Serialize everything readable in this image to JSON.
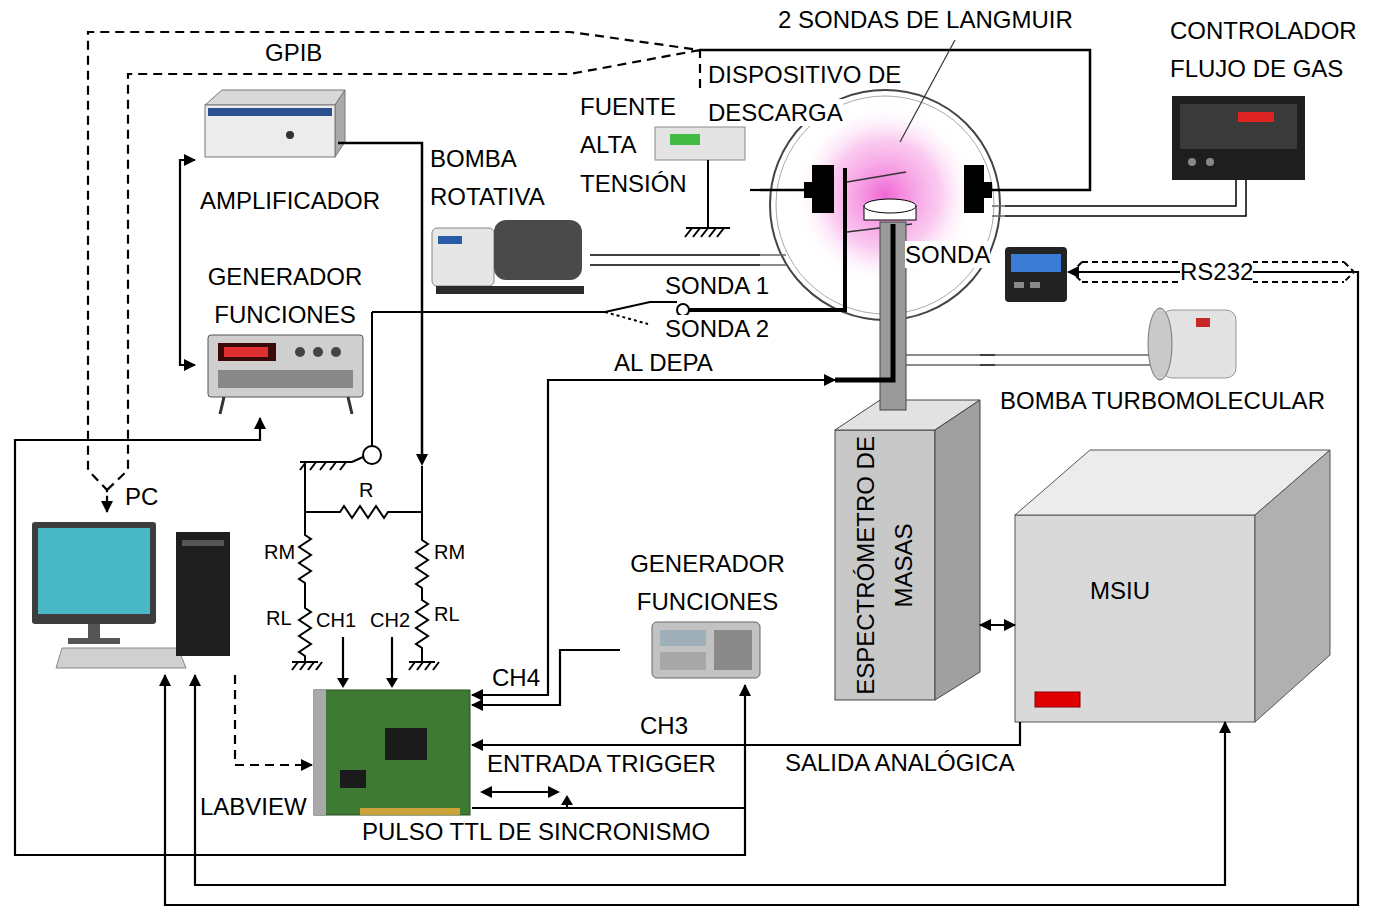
{
  "diagram": {
    "nodes": [
      {
        "text": [
          "DISPOSITIVO DE DESCARGA"
        ]
      },
      {
        "text": [
          "CONTROLADOR FLUJO DE GAS"
        ]
      },
      {
        "text": [
          "FUENTE ALTA TENSIÓN"
        ]
      },
      {
        "text": [
          "AMPLIFICADOR"
        ]
      },
      {
        "text": [
          "BOMBA ROTATIVA"
        ]
      },
      {
        "text": [
          "SONDA"
        ]
      },
      {
        "text": [
          "GENERADOR FUNCIONES"
        ]
      },
      {
        "text": [
          "BOMBA TURBOMOLECULAR"
        ]
      },
      {
        "text": [
          "PC"
        ]
      },
      {
        "text": [
          "GENERADOR FUNCIONES"
        ]
      },
      {
        "text": [
          "ESPECTRÓMETRO DE MASAS"
        ]
      },
      {
        "text": [
          "MSIU"
        ]
      },
      {
        "text": [
          "LABVIEW"
        ]
      }
    ],
    "edges": [
      {
        "from": 2,
        "to": 8,
        "label": "GPIB",
        "arrow": "to"
      },
      {
        "from": 3,
        "to": 6,
        "arrow": "both"
      },
      {
        "from": 2,
        "to": 0,
        "arrow": "none"
      },
      {
        "from": 4,
        "to": 0,
        "arrow": "none"
      },
      {
        "from": 1,
        "to": 0,
        "arrow": "none"
      },
      {
        "from": 5,
        "to": 8,
        "label": "RS232",
        "arrow": "both"
      },
      {
        "from": 7,
        "to": 10,
        "arrow": "none"
      },
      {
        "from": 10,
        "to": 11,
        "arrow": "both"
      },
      {
        "from": 11,
        "to": 12,
        "label": "SALIDA ANALÓGICA",
        "arrow": "to"
      },
      {
        "from": 11,
        "to": 8,
        "arrow": "both"
      },
      {
        "from": 9,
        "to": 12,
        "arrow": "to"
      },
      {
        "from": 12,
        "to": 10,
        "label": "AL DEPA",
        "arrow": "both"
      },
      {
        "from": 12,
        "to": 9,
        "label": "PULSO TTL DE SINCRONISMO",
        "arrow": "to"
      },
      {
        "from": 12,
        "to": 6,
        "arrow": "to"
      },
      {
        "from": 8,
        "to": 12,
        "arrow": "to"
      }
    ],
    "labels": [
      "2 SONDAS DE LANGMUIR",
      "SONDA 1",
      "SONDA 2",
      "R",
      "RM",
      "RM",
      "RL",
      "RL",
      "CH1",
      "CH2",
      "CH4",
      "CH3",
      "ENTRADA TRIGGER"
    ]
  }
}
